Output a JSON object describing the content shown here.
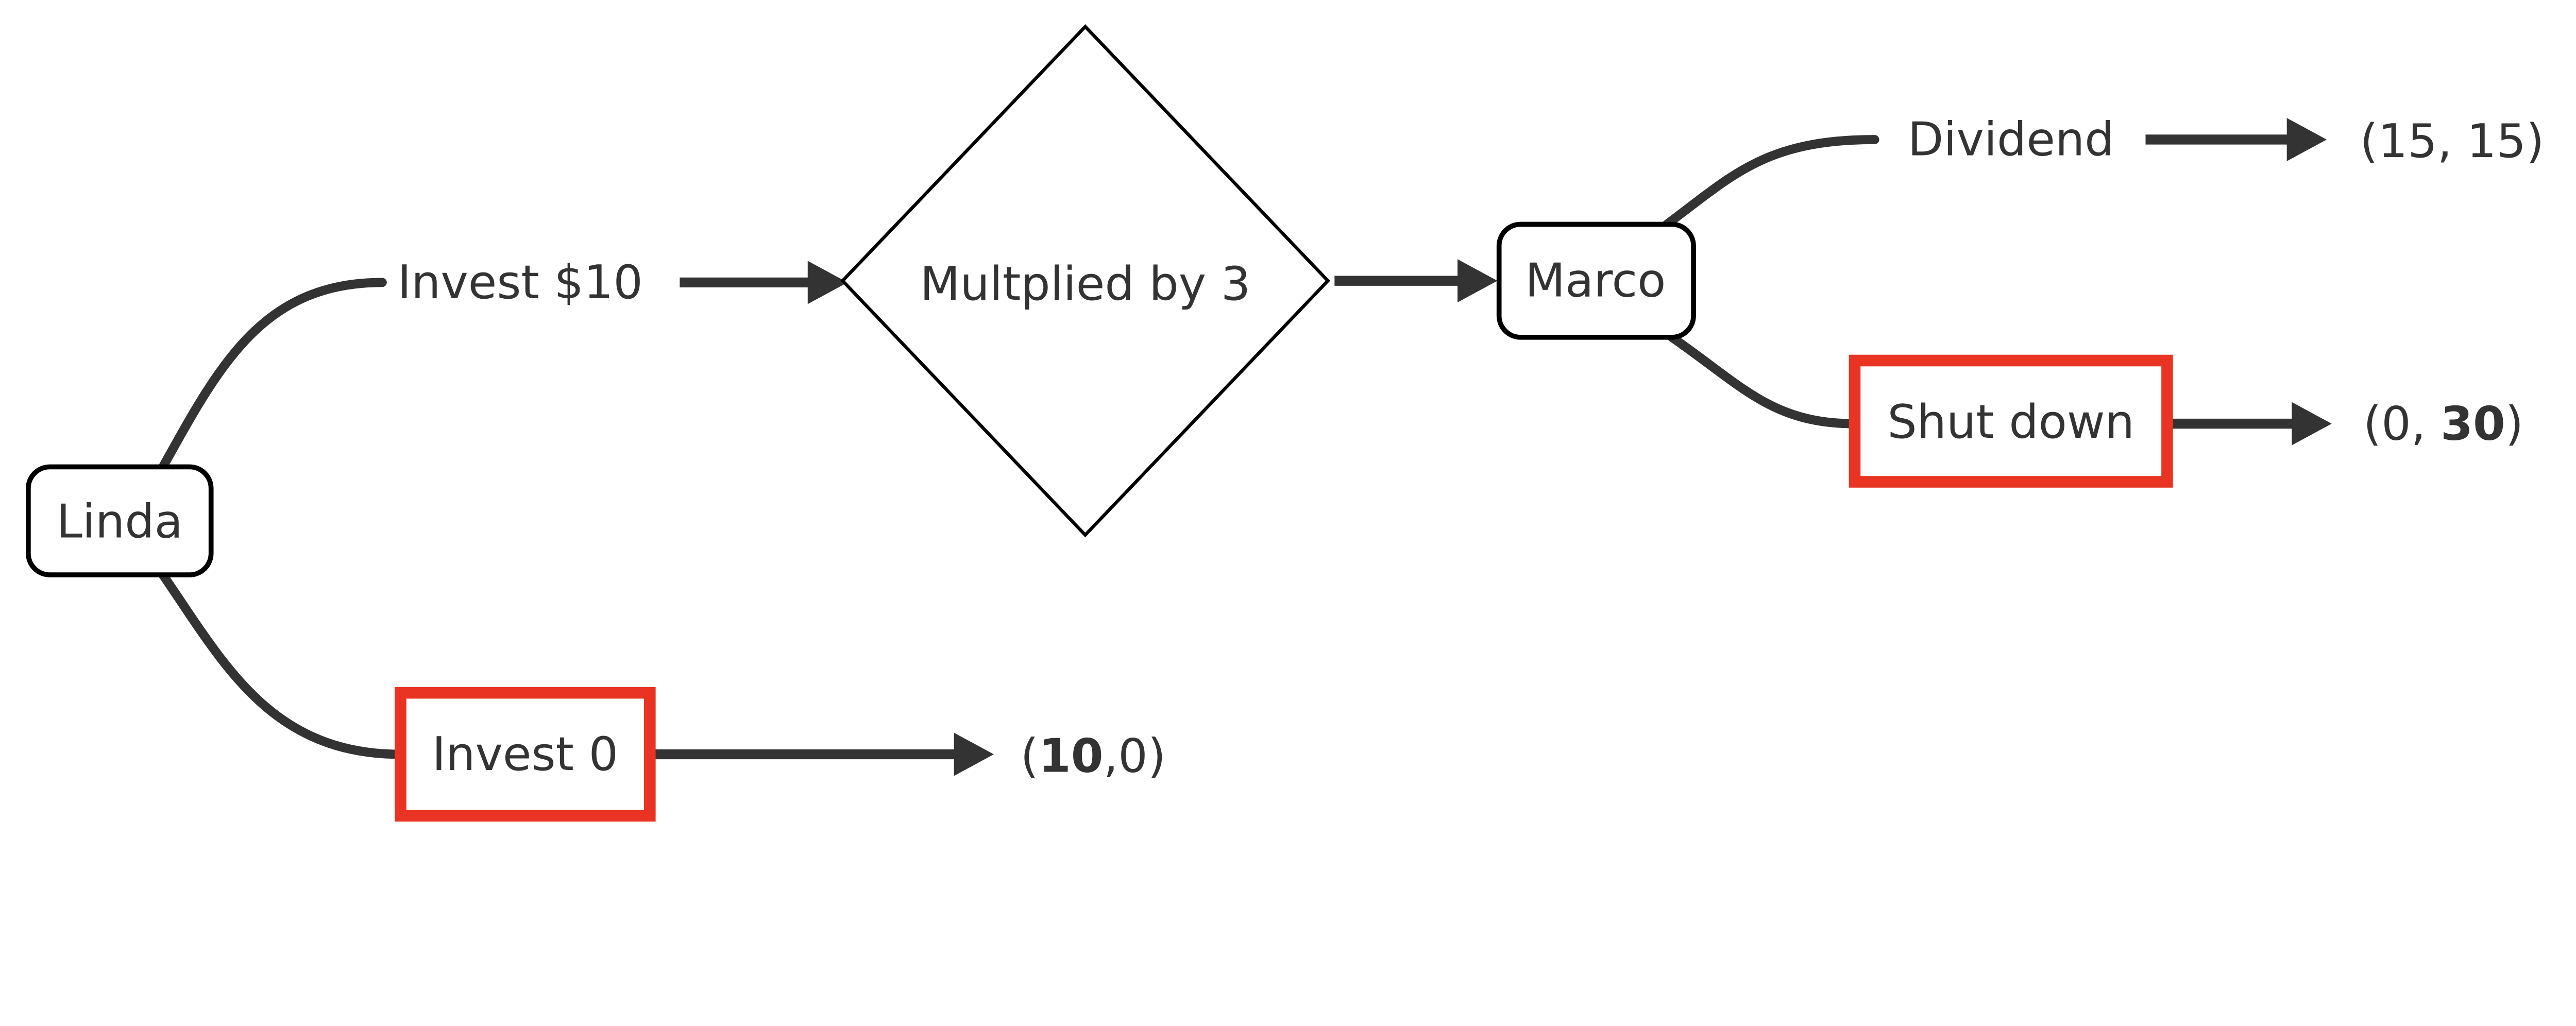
{
  "diagram": {
    "type": "decision-tree",
    "background": "#ffffff",
    "colors": {
      "edge": "#333333",
      "text": "#333333",
      "node_border": "#000000",
      "node_fill": "#ffffff",
      "highlight_border": "#e93423"
    },
    "nodes": {
      "linda": {
        "label": "Linda",
        "shape": "rounded-rect"
      },
      "decision": {
        "label": "Multplied by 3",
        "shape": "diamond"
      },
      "marco": {
        "label": "Marco",
        "shape": "rounded-rect"
      }
    },
    "edge_labels": {
      "invest10": {
        "label": "Invest $10",
        "highlighted": false
      },
      "invest0": {
        "label": "Invest 0",
        "highlighted": true
      },
      "dividend": {
        "label": "Dividend",
        "highlighted": false
      },
      "shutdown": {
        "label": "Shut down",
        "highlighted": true
      }
    },
    "payoffs": {
      "dividend": {
        "prefix": "(15, 15)",
        "bold": "",
        "suffix": ""
      },
      "shutdown": {
        "prefix": "(0, ",
        "bold": "30",
        "suffix": ")"
      },
      "invest0": {
        "prefix": "(",
        "bold": "10",
        "suffix": ",0)"
      }
    }
  }
}
